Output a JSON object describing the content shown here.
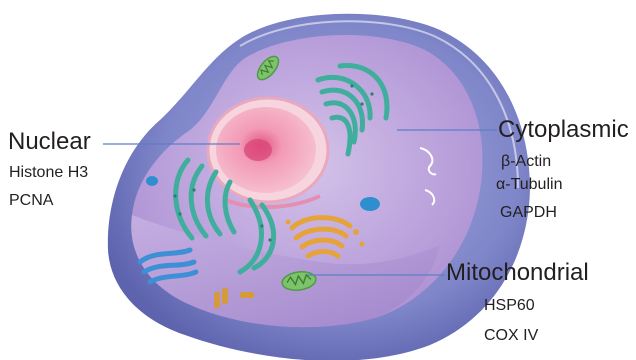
{
  "diagram": {
    "colors": {
      "membrane": "#7d84c8",
      "cytoplasm": "#b59ad6",
      "nucleus": "#ef93b0",
      "er": "#3fae9c",
      "golgi": "#e6a33a",
      "mitochondria": "#7dc36a",
      "leader_line": "#5b7fc4"
    },
    "groups": [
      {
        "id": "nuclear",
        "title": "Nuclear",
        "markers": [
          "Histone H3",
          "PCNA"
        ]
      },
      {
        "id": "cytoplasmic",
        "title": "Cytoplasmic",
        "markers": [
          "β-Actin",
          "α-Tubulin",
          "GAPDH"
        ]
      },
      {
        "id": "mitochondrial",
        "title": "Mitochondrial",
        "markers": [
          "HSP60",
          "COX IV"
        ]
      }
    ]
  }
}
